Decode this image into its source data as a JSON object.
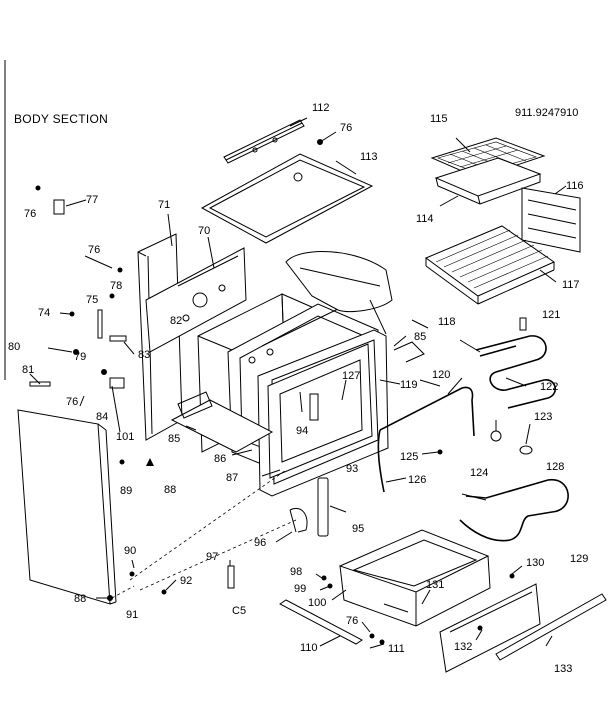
{
  "header": {
    "section_title": "BODY SECTION",
    "model_number": "911.9247910",
    "group_marker": "C5"
  },
  "callouts": [
    {
      "key": "c112",
      "label": "112"
    },
    {
      "key": "c76a",
      "label": "76"
    },
    {
      "key": "c113",
      "label": "113"
    },
    {
      "key": "c115",
      "label": "115"
    },
    {
      "key": "c114",
      "label": "114"
    },
    {
      "key": "c116",
      "label": "116"
    },
    {
      "key": "c117",
      "label": "117"
    },
    {
      "key": "c76b",
      "label": "76"
    },
    {
      "key": "c77",
      "label": "77"
    },
    {
      "key": "c71",
      "label": "71"
    },
    {
      "key": "c70",
      "label": "70"
    },
    {
      "key": "c76c",
      "label": "76"
    },
    {
      "key": "c78",
      "label": "78"
    },
    {
      "key": "c74",
      "label": "74"
    },
    {
      "key": "c75",
      "label": "75"
    },
    {
      "key": "c82",
      "label": "82"
    },
    {
      "key": "c83",
      "label": "83"
    },
    {
      "key": "c80",
      "label": "80"
    },
    {
      "key": "c79",
      "label": "79"
    },
    {
      "key": "c81",
      "label": "81"
    },
    {
      "key": "c76d",
      "label": "76"
    },
    {
      "key": "c101",
      "label": "101"
    },
    {
      "key": "c84",
      "label": "84"
    },
    {
      "key": "c85a",
      "label": "85"
    },
    {
      "key": "c86",
      "label": "86"
    },
    {
      "key": "c88a",
      "label": "88"
    },
    {
      "key": "c89",
      "label": "89"
    },
    {
      "key": "c87",
      "label": "87"
    },
    {
      "key": "c94",
      "label": "94"
    },
    {
      "key": "c93",
      "label": "93"
    },
    {
      "key": "c127",
      "label": "127"
    },
    {
      "key": "c119",
      "label": "119"
    },
    {
      "key": "c85b",
      "label": "85"
    },
    {
      "key": "c118",
      "label": "118"
    },
    {
      "key": "c120",
      "label": "120"
    },
    {
      "key": "c121",
      "label": "121"
    },
    {
      "key": "c122",
      "label": "122"
    },
    {
      "key": "c123",
      "label": "123"
    },
    {
      "key": "c125",
      "label": "125"
    },
    {
      "key": "c124",
      "label": "124"
    },
    {
      "key": "c126",
      "label": "126"
    },
    {
      "key": "c128",
      "label": "128"
    },
    {
      "key": "c95",
      "label": "95"
    },
    {
      "key": "c96",
      "label": "96"
    },
    {
      "key": "c90",
      "label": "90"
    },
    {
      "key": "c97",
      "label": "97"
    },
    {
      "key": "c98",
      "label": "98"
    },
    {
      "key": "c99",
      "label": "99"
    },
    {
      "key": "c100",
      "label": "100"
    },
    {
      "key": "c92",
      "label": "92"
    },
    {
      "key": "c91",
      "label": "91"
    },
    {
      "key": "c88b",
      "label": "88"
    },
    {
      "key": "c131",
      "label": "131"
    },
    {
      "key": "c130",
      "label": "130"
    },
    {
      "key": "c129",
      "label": "129"
    },
    {
      "key": "c76e",
      "label": "76"
    },
    {
      "key": "c110",
      "label": "110"
    },
    {
      "key": "c111",
      "label": "111"
    },
    {
      "key": "c132",
      "label": "132"
    },
    {
      "key": "c133",
      "label": "133"
    }
  ]
}
